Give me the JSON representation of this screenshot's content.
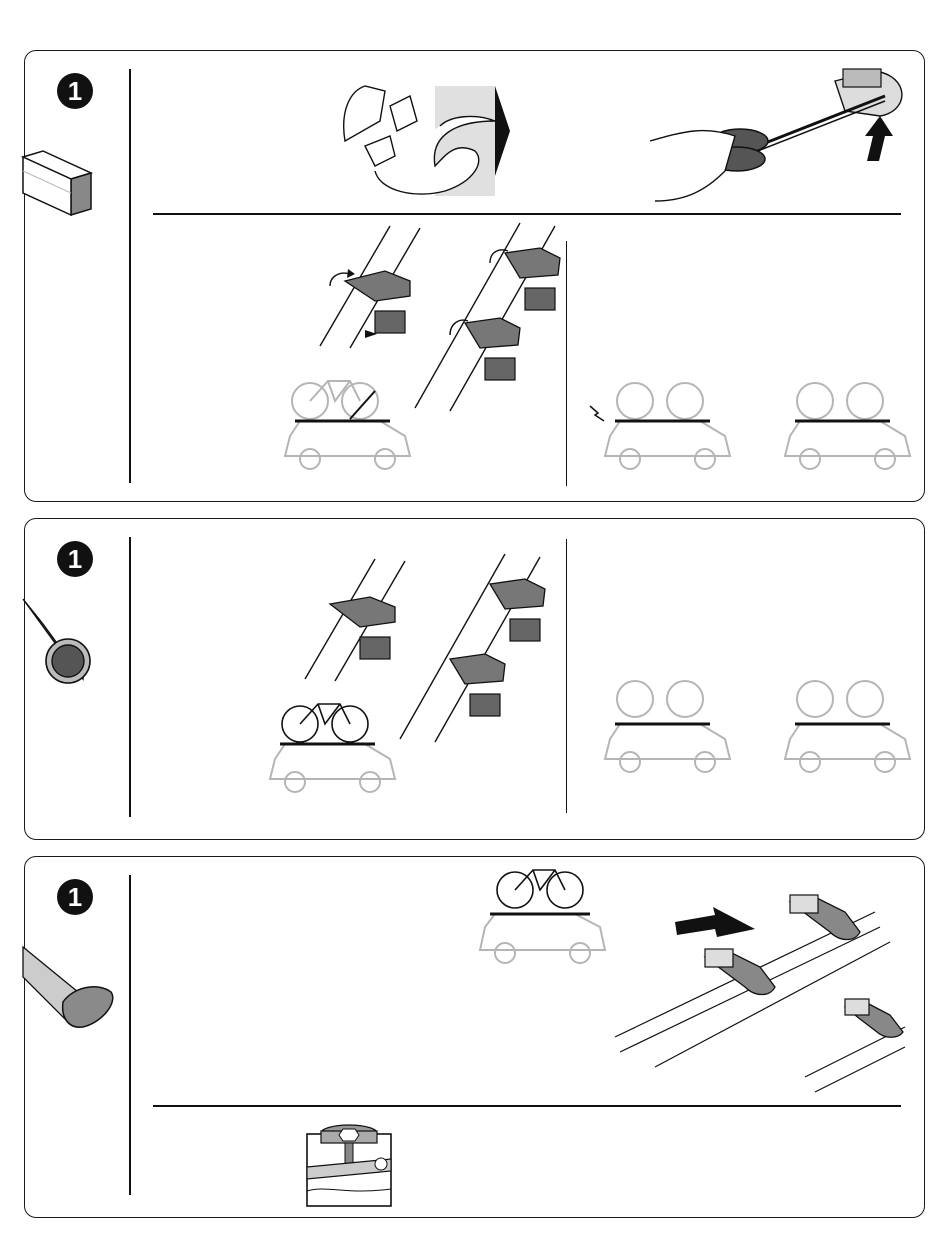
{
  "panels": [
    {
      "profile": "square-bar",
      "step": "1"
    },
    {
      "profile": "round-bar",
      "step": "1"
    },
    {
      "profile": "aero-bar",
      "step": "1"
    }
  ],
  "icons": [
    "clamp-fold-icon",
    "scissors-cut-icon",
    "car-with-bike-icon",
    "strap-clamp-icon",
    "thumb-wheel-icon"
  ],
  "colors": {
    "line": "#111111",
    "car_gray": "#b5b5b5",
    "fill_gray": "#9a9a9a"
  }
}
